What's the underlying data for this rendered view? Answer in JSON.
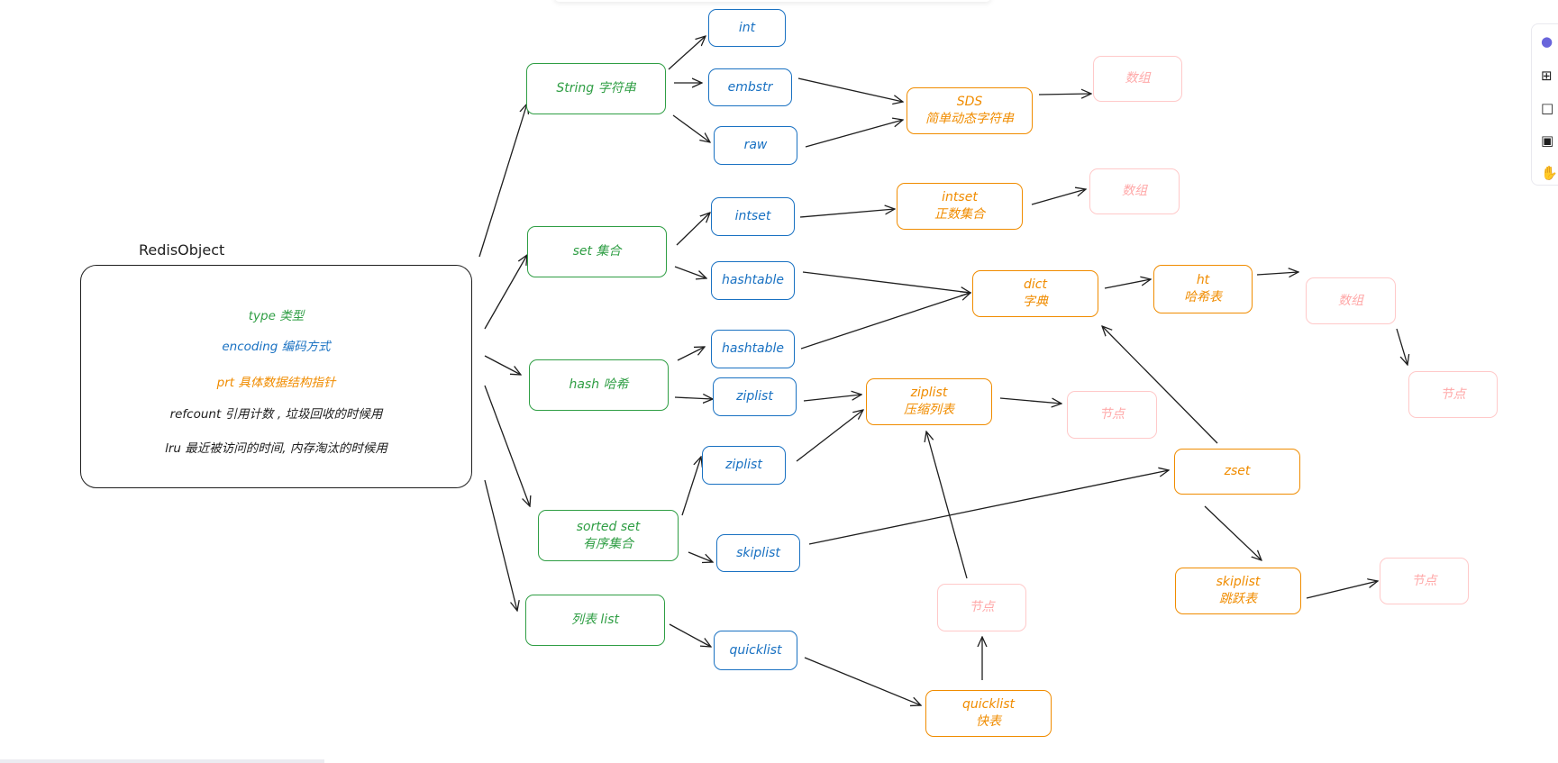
{
  "redis_object": {
    "title": "RedisObject",
    "fields": [
      {
        "text": "type 类型",
        "color": "#2f9e44"
      },
      {
        "text": "encoding 编码方式",
        "color": "#1971c2"
      },
      {
        "text": "prt 具体数据结构指针",
        "color": "#f08c00"
      },
      {
        "text": "refcount 引用计数 , 垃圾回收的时候用",
        "color": "#1e1e1e"
      },
      {
        "text": "lru 最近被访问的时间, 内存淘汰的时候用",
        "color": "#1e1e1e"
      }
    ]
  },
  "types": {
    "string": [
      "String 字符串"
    ],
    "set": [
      "set 集合"
    ],
    "hash": [
      "hash 哈希"
    ],
    "zset": [
      "sorted set",
      "有序集合"
    ],
    "list": [
      "列表 list"
    ]
  },
  "encodings": {
    "int": [
      "int"
    ],
    "embstr": [
      "embstr"
    ],
    "raw": [
      "raw"
    ],
    "intset": [
      "intset"
    ],
    "hashtable_set": [
      "hashtable"
    ],
    "hashtable_hash": [
      "hashtable"
    ],
    "ziplist_hash": [
      "ziplist"
    ],
    "ziplist_zset": [
      "ziplist"
    ],
    "skiplist_enc": [
      "skiplist"
    ],
    "quicklist_enc": [
      "quicklist"
    ]
  },
  "structures": {
    "sds": [
      "SDS",
      "简单动态字符串"
    ],
    "intset_ds": [
      "intset",
      "正数集合"
    ],
    "dict": [
      "dict",
      "字典"
    ],
    "ht": [
      "ht",
      "哈希表"
    ],
    "ziplist_ds": [
      "ziplist",
      "压缩列表"
    ],
    "zset_ds": [
      "zset"
    ],
    "skiplist_ds": [
      "skiplist",
      "跳跃表"
    ],
    "quicklist_ds": [
      "quicklist",
      "快表"
    ]
  },
  "leaves": {
    "array_sds": [
      "数组"
    ],
    "array_intset": [
      "数组"
    ],
    "array_ht": [
      "数组"
    ],
    "node_ht": [
      "节点"
    ],
    "node_ziplist": [
      "节点"
    ],
    "node_quicklist": [
      "节点"
    ],
    "node_skiplist": [
      "节点"
    ]
  },
  "colors": {
    "type": "#2f9e44",
    "encoding": "#1971c2",
    "structure": "#f08c00",
    "leaf": "#ffc9c9",
    "arrow": "#1e1e1e"
  },
  "toolbar": {
    "icons": [
      "plus-square-icon",
      "file-icon",
      "lock-icon",
      "hand-icon"
    ]
  }
}
